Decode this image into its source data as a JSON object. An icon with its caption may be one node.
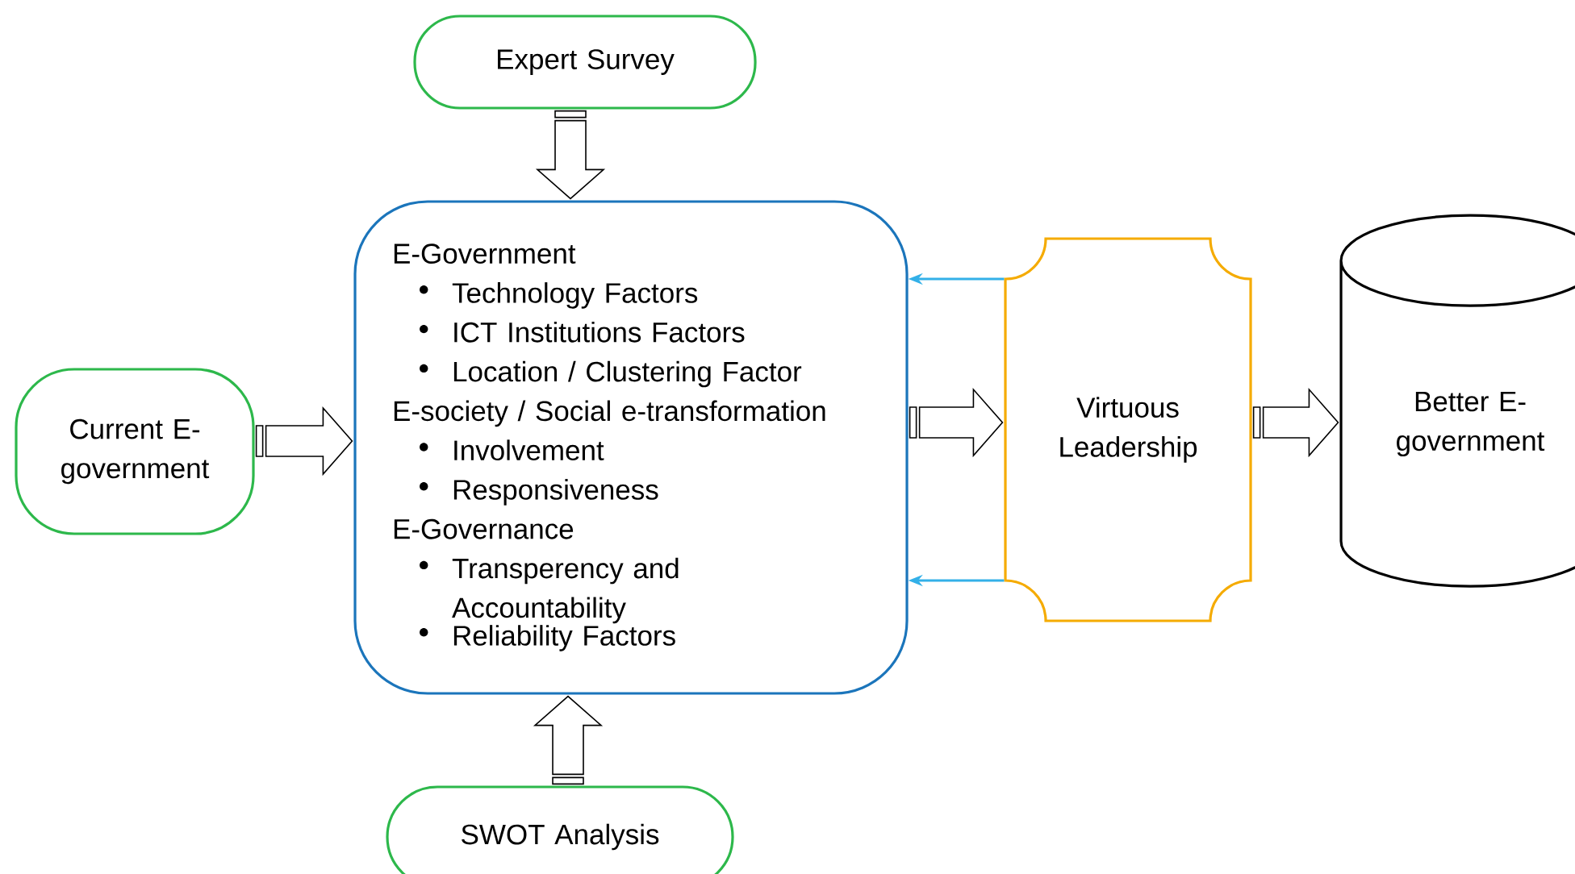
{
  "diagram": {
    "nodes": [
      {
        "text": [
          "Expert Survey"
        ]
      },
      {
        "text": [
          "Current E-government"
        ]
      },
      {
        "text": [
          "E-Government",
          "Technology Factors",
          "ICT Institutions Factors",
          "Location / Clustering Factor",
          "E-society / Social e-transformation",
          "Involvement",
          "Responsiveness",
          "E-Governance",
          "Transperency and Accountability",
          "Reliability Factors"
        ]
      },
      {
        "text": [
          "Virtuous Leadership"
        ]
      },
      {
        "text": [
          "Better E-government"
        ]
      },
      {
        "text": [
          "SWOT Analysis"
        ]
      }
    ],
    "edges": [
      {
        "from": 0,
        "to": 2,
        "arrow": "to"
      },
      {
        "from": 1,
        "to": 2,
        "arrow": "to"
      },
      {
        "from": 5,
        "to": 2,
        "arrow": "to"
      },
      {
        "from": 2,
        "to": 3,
        "arrow": "to"
      },
      {
        "from": 3,
        "to": 4,
        "arrow": "to"
      },
      {
        "from": 3,
        "to": 2,
        "arrow": "to",
        "color": "#33b0e8"
      },
      {
        "from": 3,
        "to": 2,
        "arrow": "to",
        "color": "#33b0e8"
      }
    ]
  }
}
